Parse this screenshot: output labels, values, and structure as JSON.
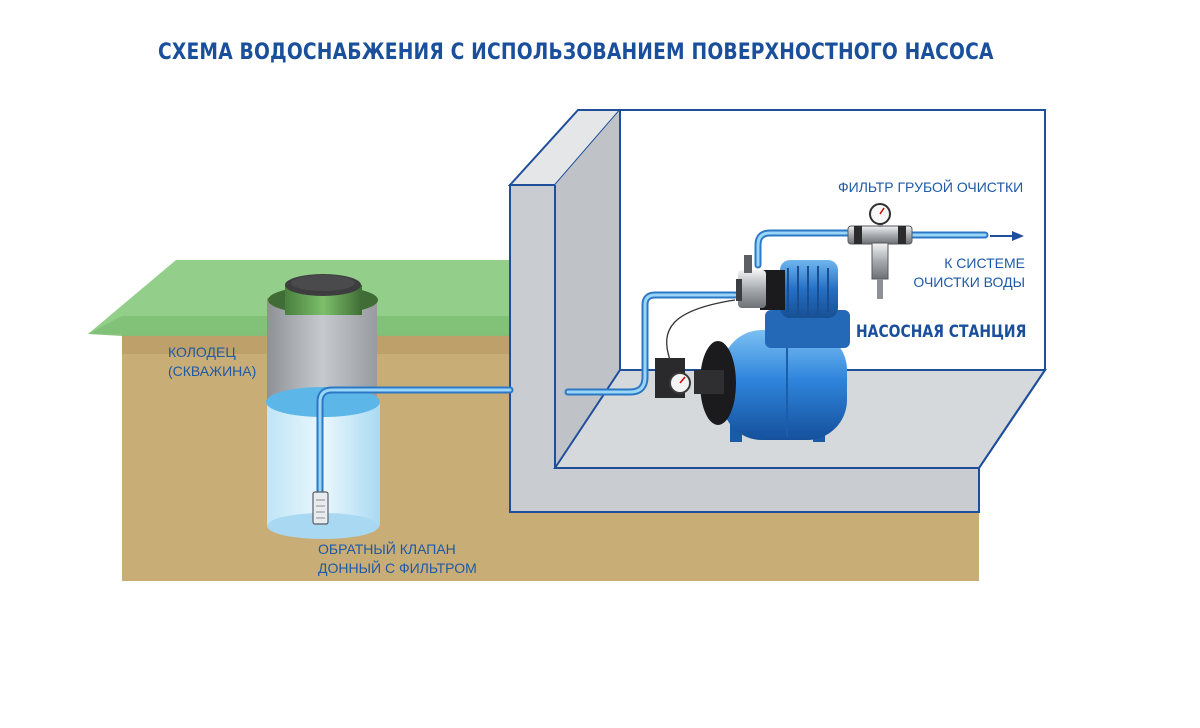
{
  "title": "СХЕМА ВОДОСНАБЖЕНИЯ С ИСПОЛЬЗОВАНИЕМ ПОВЕРХНОСТНОГО НАСОСА",
  "labels": {
    "well_line1": "КОЛОДЕЦ",
    "well_line2": "(СКВАЖИНА)",
    "valve_line1": "ОБРАТНЫЙ КЛАПАН",
    "valve_line2": "ДОННЫЙ С ФИЛЬТРОМ",
    "filter": "ФИЛЬТР ГРУБОЙ ОЧИСТКИ",
    "system_line1": "К СИСТЕМЕ",
    "system_line2": "ОЧИСТКИ ВОДЫ",
    "pump_station": "НАСОСНАЯ СТАНЦИЯ"
  },
  "colors": {
    "title": "#1a4f9c",
    "label": "#1e5aa6",
    "soil": "#c9ad76",
    "grass": "#93cf8a",
    "wall": "#cfd2d6",
    "wall_outline": "#1f4f9a",
    "pipe": "#4aa3e0",
    "tank": "#2f7fd6",
    "water": "#9fd6f2"
  }
}
